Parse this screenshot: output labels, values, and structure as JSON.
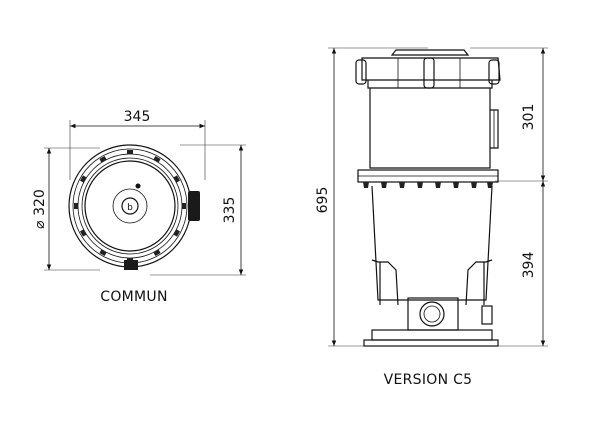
{
  "dimensions": {
    "top_width": "345",
    "top_diameter": "⌀ 320",
    "top_height": "335",
    "total_height": "695",
    "upper_height": "301",
    "lower_height": "394"
  },
  "captions": {
    "left": "COMMUN",
    "right": "VERSION C5"
  }
}
